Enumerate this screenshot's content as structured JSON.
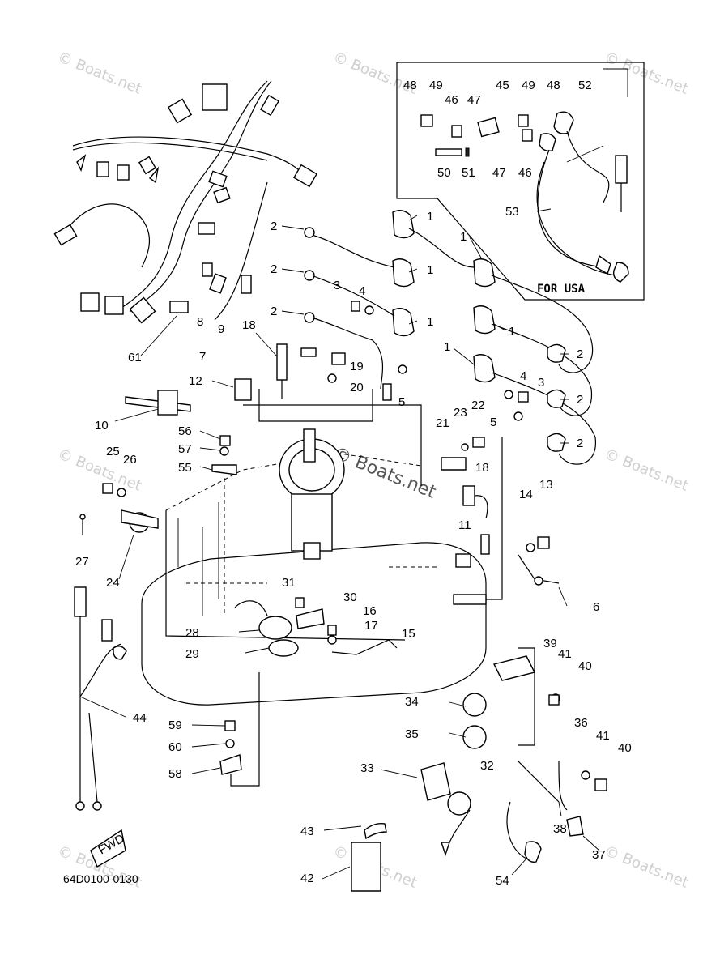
{
  "diagram": {
    "part_labels": [
      "1",
      "2",
      "3",
      "4",
      "5",
      "6",
      "7",
      "8",
      "9",
      "10",
      "11",
      "12",
      "13",
      "14",
      "15",
      "16",
      "17",
      "18",
      "19",
      "20",
      "21",
      "22",
      "23",
      "24",
      "25",
      "26",
      "27",
      "28",
      "29",
      "30",
      "31",
      "32",
      "33",
      "34",
      "35",
      "36",
      "37",
      "38",
      "39",
      "40",
      "41",
      "42",
      "43",
      "44",
      "45",
      "46",
      "47",
      "48",
      "49",
      "50",
      "51",
      "52",
      "53",
      "54",
      "55",
      "56",
      "57",
      "58",
      "59",
      "60",
      "61"
    ],
    "inset_title": "FOR USA",
    "fwd_label": "FWD",
    "drawing_code": "64D0100-0130",
    "watermark": "© Boats.net"
  }
}
